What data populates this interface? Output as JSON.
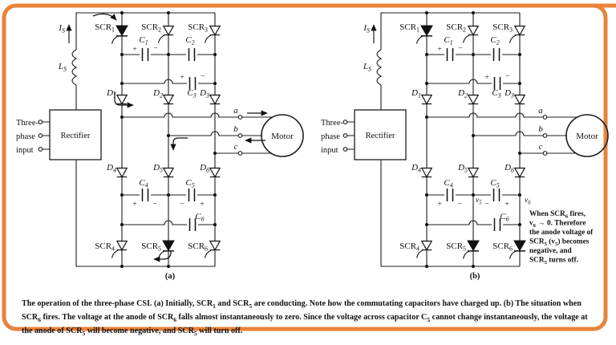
{
  "figure": {
    "accent_color": "#E8833A",
    "caption": "The operation of the three-phase CSI. (a) Initially, SCR~1~ and SCR~5~ are conducting. Note how the commutating capacitors have charged up. (b) The situation when SCR~6~ fires. The voltage at the anode of SCR~6~ falls almost instantaneously to zero. Since the voltage across capacitor C~5~ cannot change instantaneously, the voltage at the anode of SCR~5~ will become negative, and SCR~5~ will turn off."
  },
  "labels": {
    "is": "I~S~",
    "ls": "L~S~",
    "scr1": "SCR~1~",
    "scr2": "SCR~2~",
    "scr3": "SCR~3~",
    "scr4": "SCR~4~",
    "scr5": "SCR~5~",
    "scr6": "SCR~6~",
    "c1": "C~1~",
    "c2": "C~2~",
    "c3": "C~3~",
    "c4": "C~4~",
    "c5": "C~5~",
    "c6": "C~6~",
    "d1": "D~1~",
    "d2": "D~2~",
    "d3": "D~3~",
    "d4": "D~4~",
    "d5": "D~5~",
    "d6": "D~6~",
    "phase_a": "a",
    "phase_b": "b",
    "phase_c": "c",
    "motor": "Motor",
    "rectifier": "Rectifier",
    "input_line1": "Three-",
    "input_line2": "phase",
    "input_line3": "input",
    "plus": "+",
    "minus": "−"
  },
  "circuit_a": {
    "tag": "(a)"
  },
  "circuit_b": {
    "tag": "(b)",
    "v5": "v~5~",
    "v6": "v~6~",
    "note_lines": [
      "When SCR~6~ fires,",
      "v~6~ → 0. Therefore",
      "the anode voltage of",
      "SCR~5~ (v~5~) becomes",
      "negative, and",
      "SCR~5~ turns off."
    ]
  }
}
